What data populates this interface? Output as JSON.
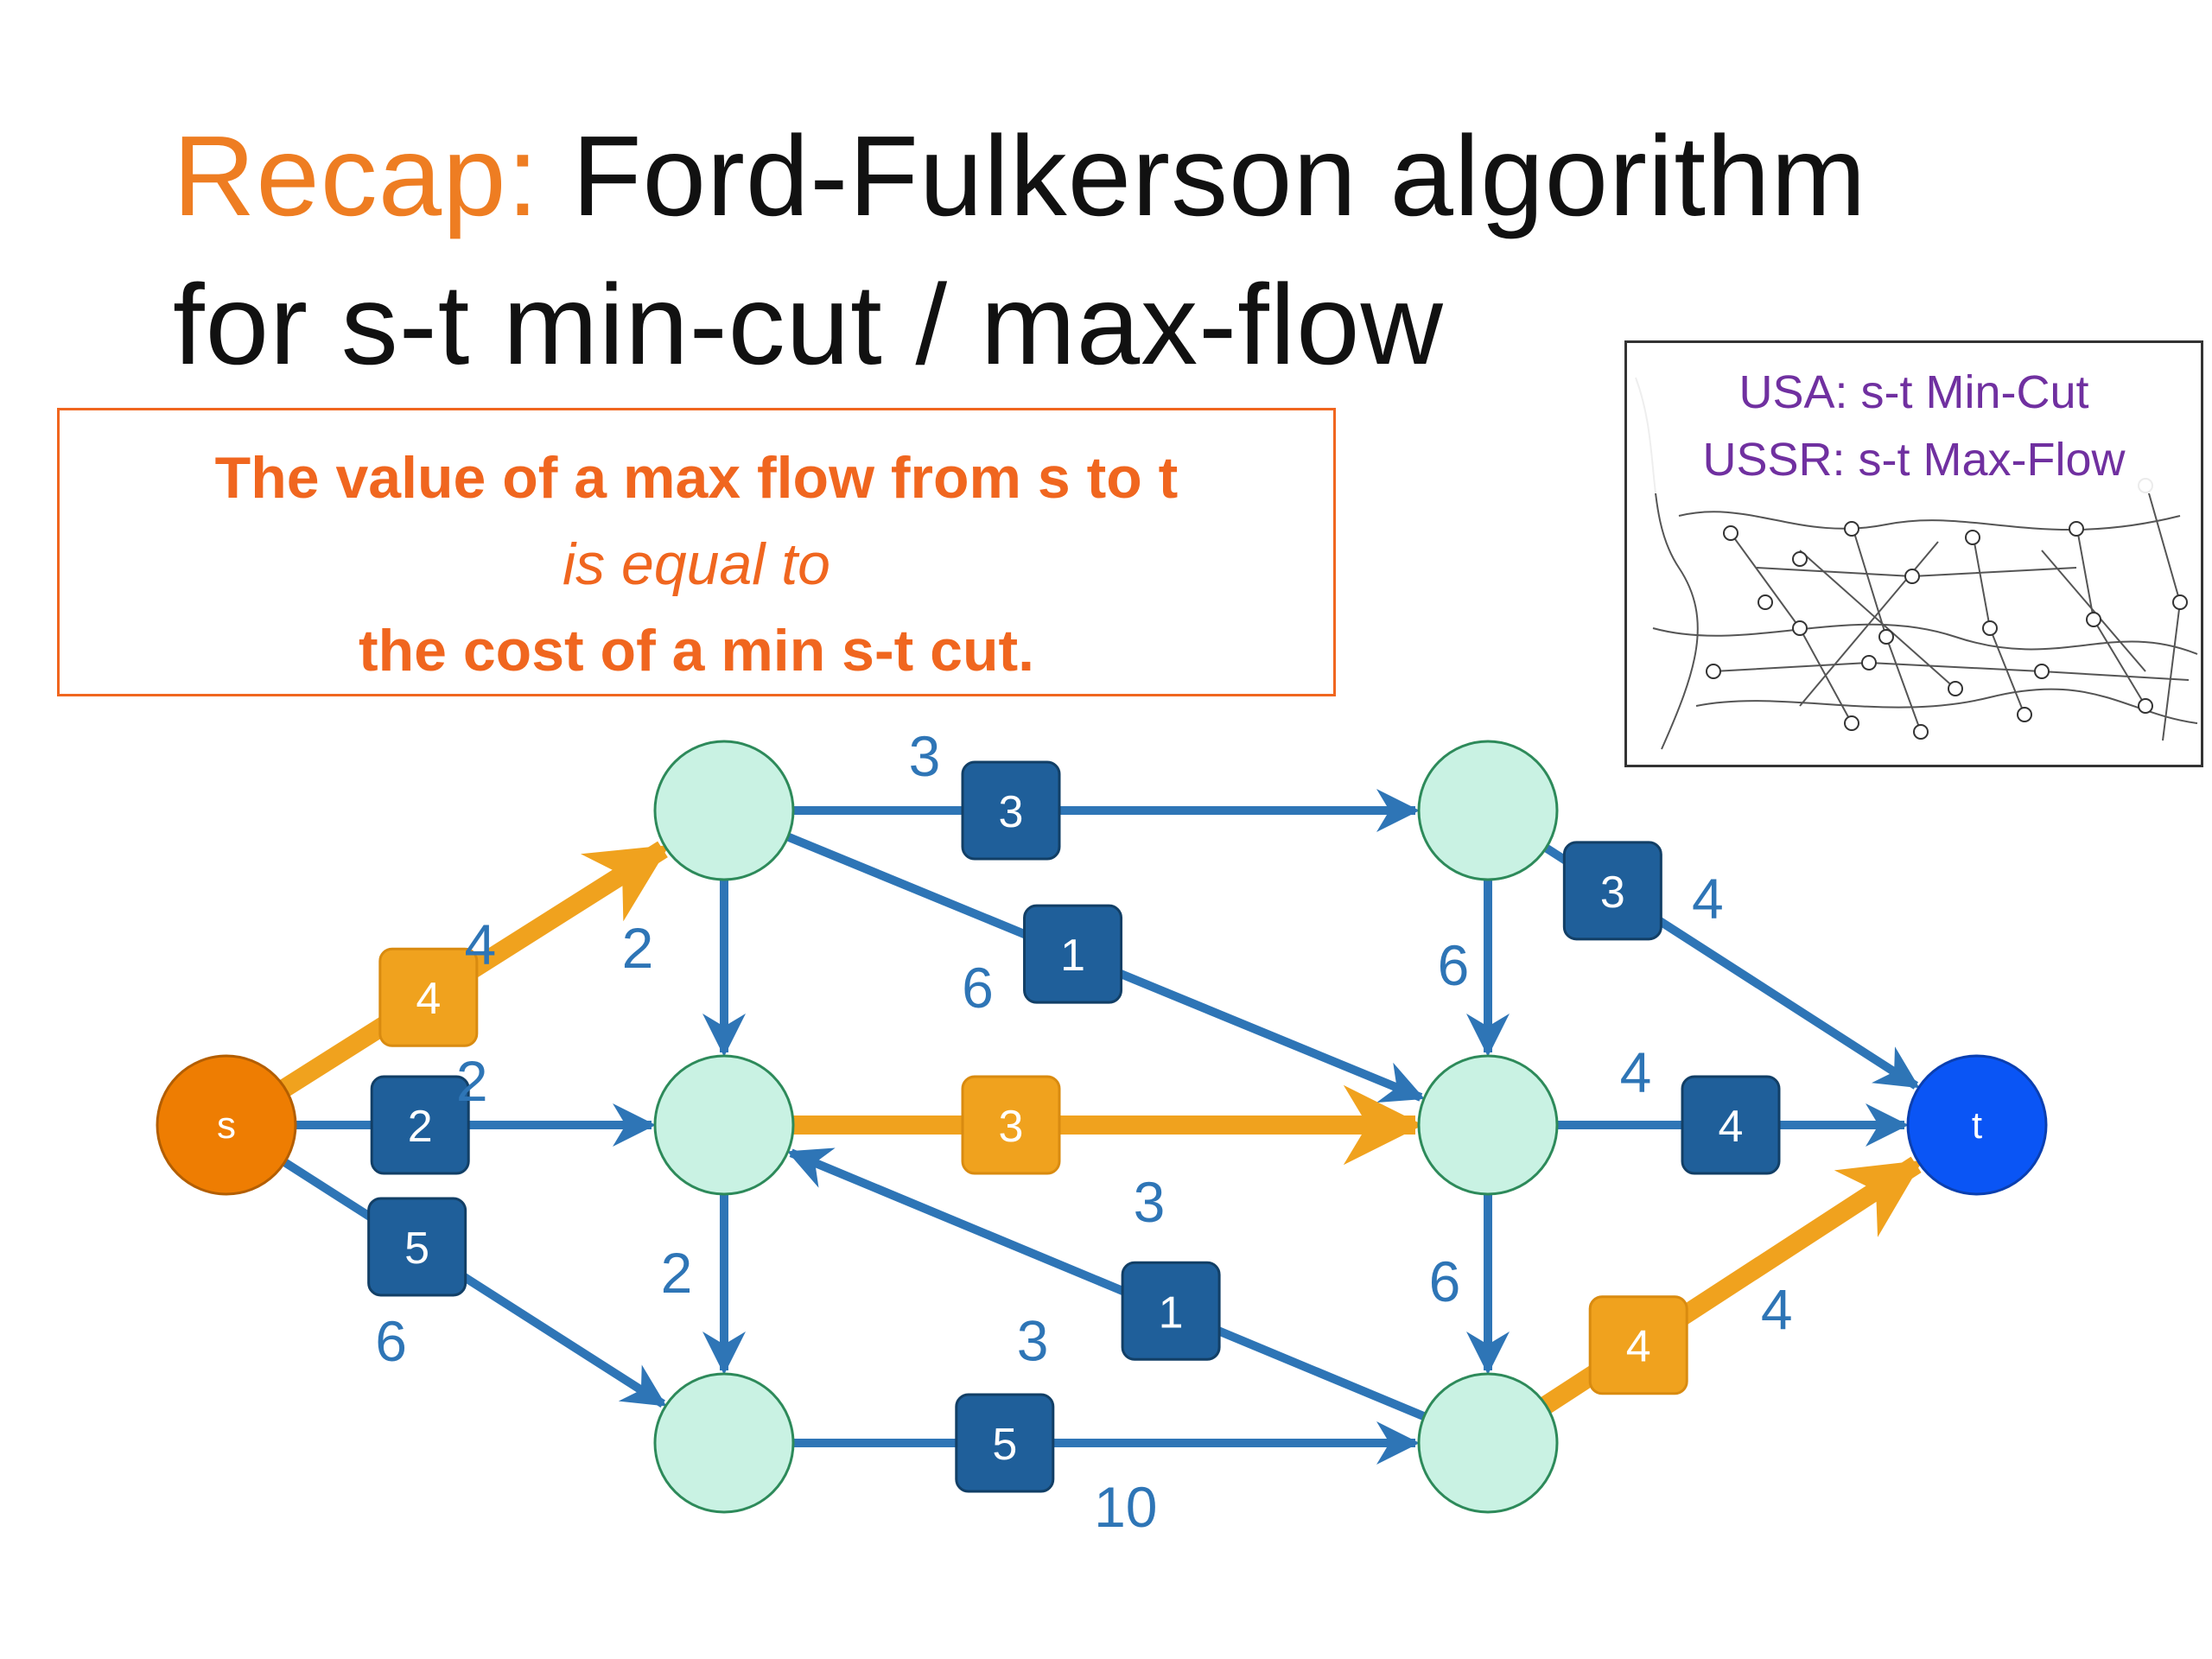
{
  "title": {
    "prefix": "Recap:",
    "line1_rest": " Ford-Fulkerson algorithm",
    "line2": "for s-t min-cut / max-flow"
  },
  "callout": {
    "line1": "The value of a max flow from s to t",
    "line2": "is equal to",
    "line3": "the cost of a min s-t cut."
  },
  "map_caption": {
    "line1": "USA: s-t Min-Cut",
    "line2": "USSR: s-t Max-Flow"
  },
  "colors": {
    "blue_edge": "#2e75b6",
    "orange_edge": "#f0a21e",
    "node_fill": "#c9f2e3",
    "node_stroke": "#2d8a5a",
    "source_fill": "#ee7d02",
    "sink_fill": "#0a55f5",
    "flow_box_blue": "#1f5f9a",
    "flow_box_orange": "#f0a21e"
  },
  "nodes": [
    {
      "id": "s",
      "label": "s",
      "type": "source"
    },
    {
      "id": "a",
      "label": "",
      "type": "inner"
    },
    {
      "id": "b",
      "label": "",
      "type": "inner"
    },
    {
      "id": "c",
      "label": "",
      "type": "inner"
    },
    {
      "id": "d",
      "label": "",
      "type": "inner"
    },
    {
      "id": "e",
      "label": "",
      "type": "inner"
    },
    {
      "id": "f",
      "label": "",
      "type": "inner"
    },
    {
      "id": "t",
      "label": "t",
      "type": "sink"
    }
  ],
  "edges": [
    {
      "from": "s",
      "to": "a",
      "flow": "4",
      "capacity": "4",
      "highlight": true
    },
    {
      "from": "s",
      "to": "b",
      "flow": "2",
      "capacity": "2",
      "highlight": false
    },
    {
      "from": "s",
      "to": "c",
      "flow": "5",
      "capacity": "6",
      "highlight": false
    },
    {
      "from": "a",
      "to": "d",
      "flow": "3",
      "capacity": "3",
      "highlight": false
    },
    {
      "from": "a",
      "to": "b",
      "flow": "",
      "capacity": "2",
      "highlight": false
    },
    {
      "from": "a",
      "to": "e",
      "flow": "1",
      "capacity": "6",
      "highlight": false
    },
    {
      "from": "b",
      "to": "e",
      "flow": "3",
      "capacity": "3",
      "highlight": true
    },
    {
      "from": "b",
      "to": "c",
      "flow": "",
      "capacity": "2",
      "highlight": false
    },
    {
      "from": "f",
      "to": "b",
      "flow": "1",
      "capacity": "3",
      "highlight": false
    },
    {
      "from": "c",
      "to": "f",
      "flow": "5",
      "capacity": "10",
      "highlight": false
    },
    {
      "from": "d",
      "to": "t",
      "flow": "3",
      "capacity": "4",
      "highlight": false
    },
    {
      "from": "d",
      "to": "e",
      "flow": "",
      "capacity": "6",
      "highlight": false
    },
    {
      "from": "e",
      "to": "t",
      "flow": "4",
      "capacity": "4",
      "highlight": false
    },
    {
      "from": "e",
      "to": "f",
      "flow": "",
      "capacity": "6",
      "highlight": false
    },
    {
      "from": "f",
      "to": "t",
      "flow": "4",
      "capacity": "4",
      "highlight": true
    }
  ]
}
